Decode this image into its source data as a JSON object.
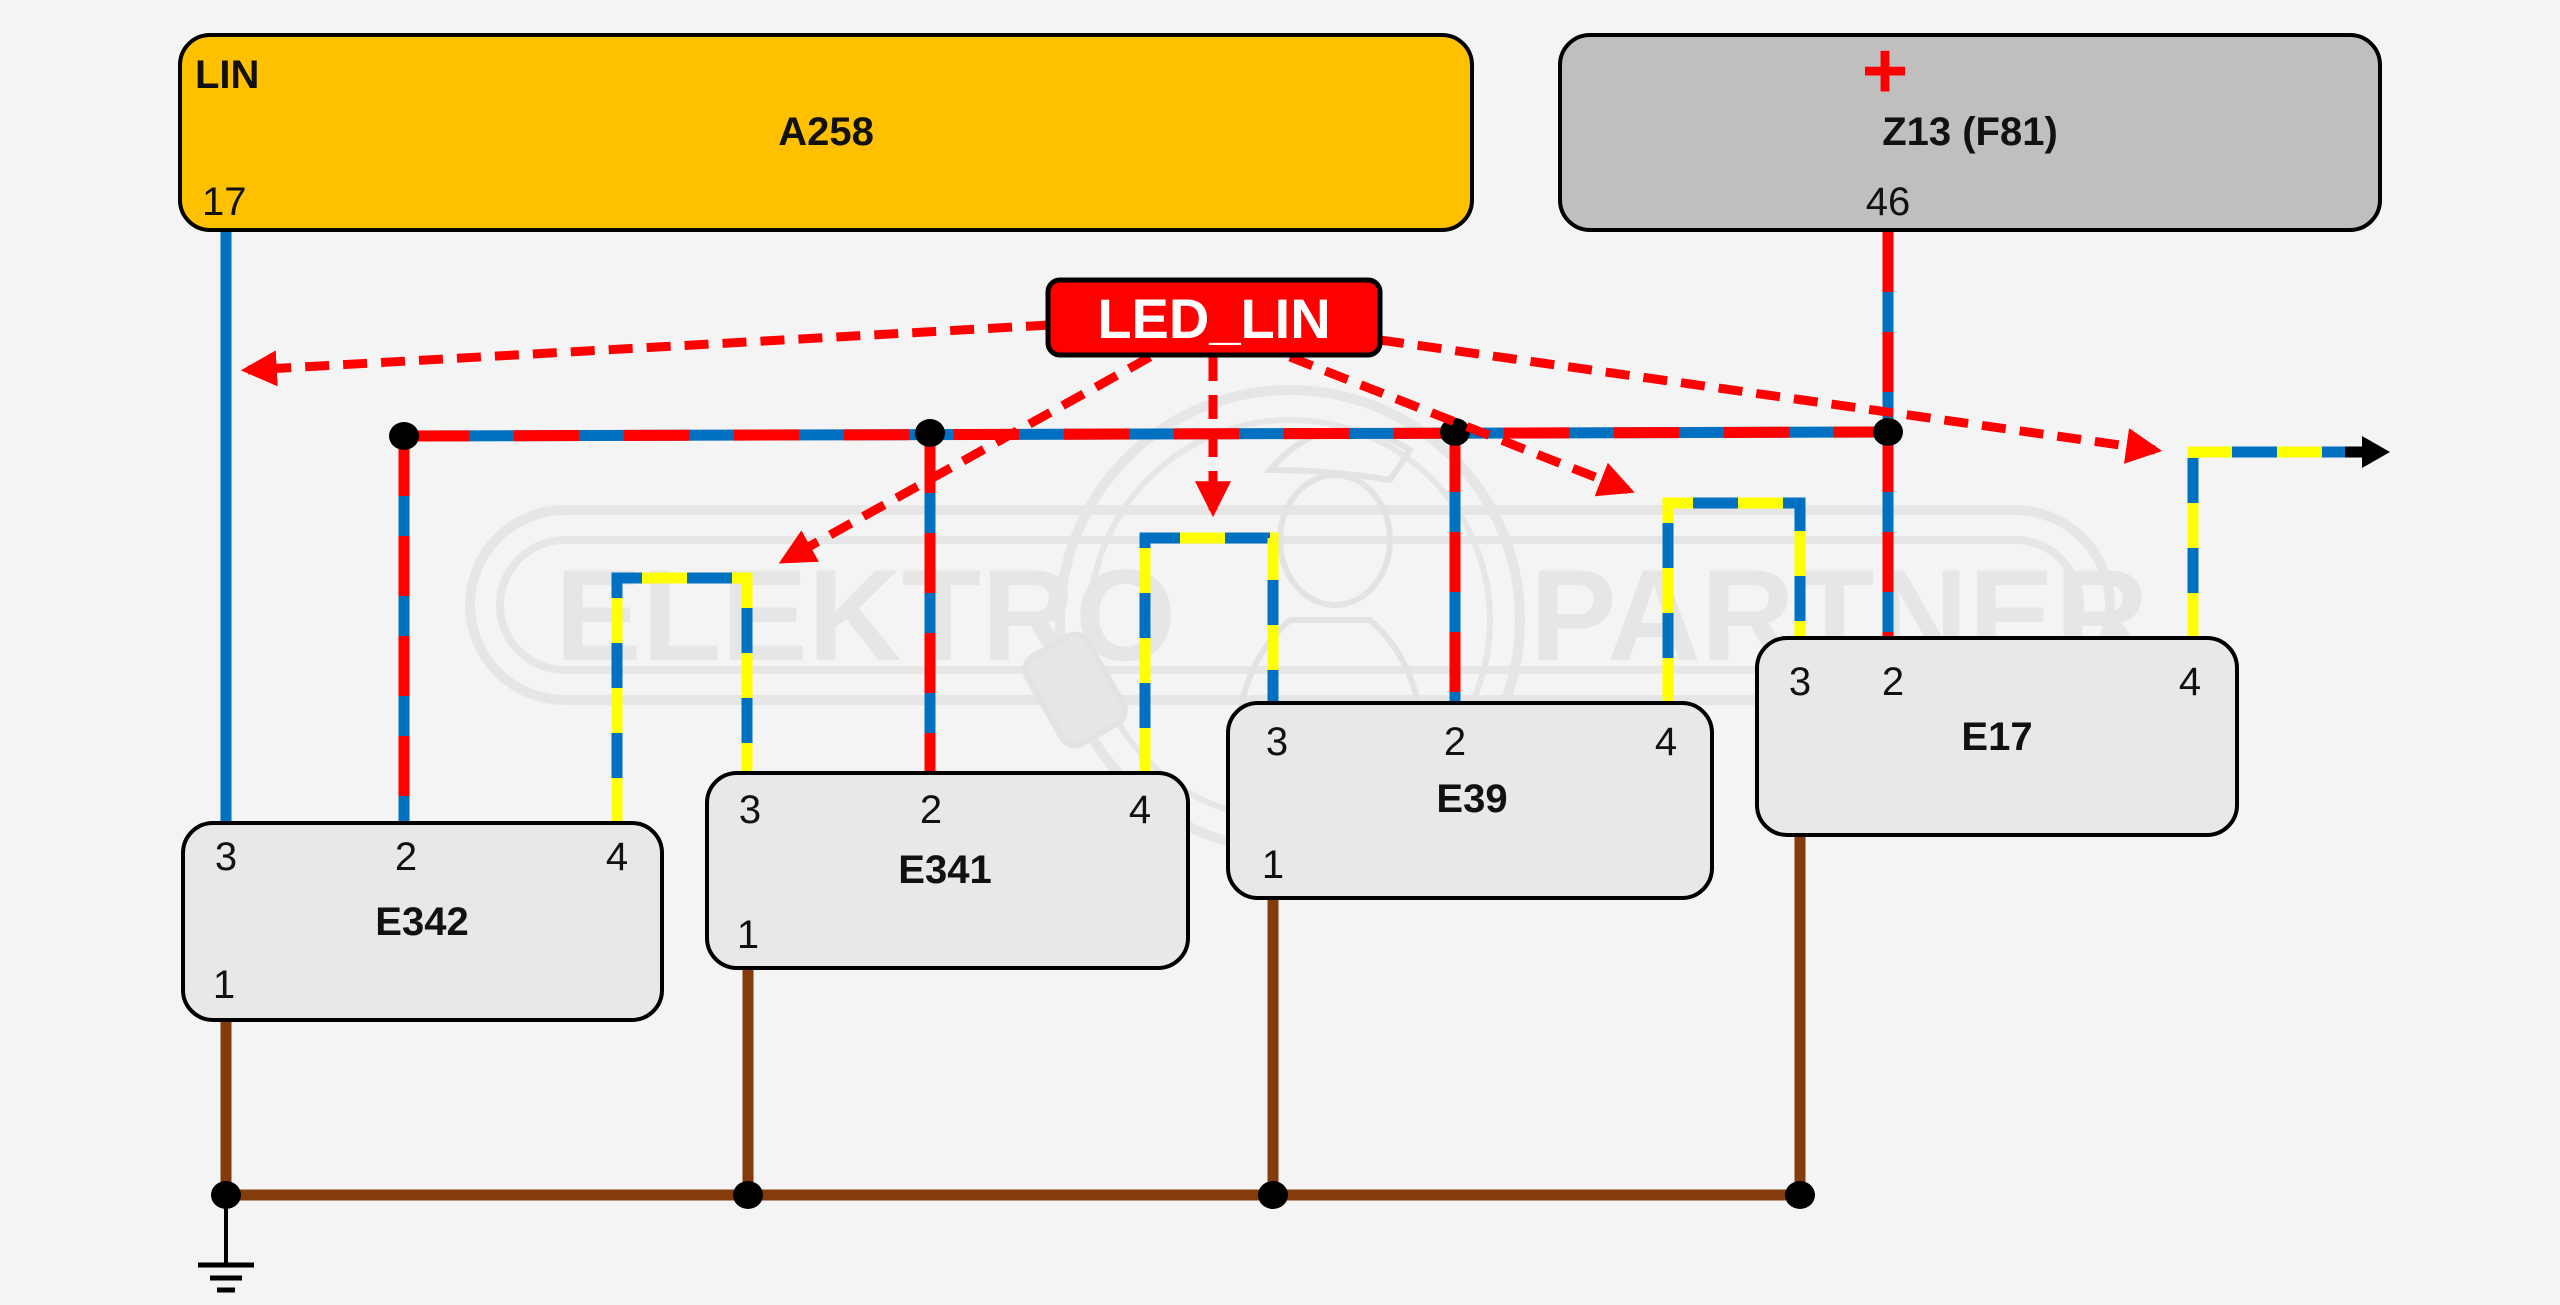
{
  "diagram": {
    "watermark": {
      "left": "ELEKTRO",
      "right": "PARTNER"
    },
    "colors": {
      "background": "#f4f4f4",
      "lin_box": "#ffc000",
      "power_box": "#bfbfbf",
      "module_box": "#e8e8e8",
      "blue": "#0070c0",
      "red": "#ff0000",
      "yellow": "#ffff00",
      "brown": "#843c0c",
      "black": "#000000"
    },
    "controller": {
      "type": "LIN",
      "name": "A258",
      "pin": "17"
    },
    "power": {
      "symbol": "+",
      "name": "Z13 (F81)",
      "pin": "46"
    },
    "signal_label": "LED_LIN",
    "modules": [
      {
        "name": "E342",
        "pins": {
          "p3": "3",
          "p2": "2",
          "p4": "4",
          "p1": "1"
        }
      },
      {
        "name": "E341",
        "pins": {
          "p3": "3",
          "p2": "2",
          "p4": "4",
          "p1": "1"
        }
      },
      {
        "name": "E39",
        "pins": {
          "p3": "3",
          "p2": "2",
          "p4": "4",
          "p1": "1"
        }
      },
      {
        "name": "E17",
        "pins": {
          "p3": "3",
          "p2": "2",
          "p4": "4"
        }
      }
    ],
    "wires": {
      "lin_bus": "blue",
      "power_supply": "red/blue",
      "led_chain": "yellow/blue",
      "ground": "brown"
    }
  }
}
